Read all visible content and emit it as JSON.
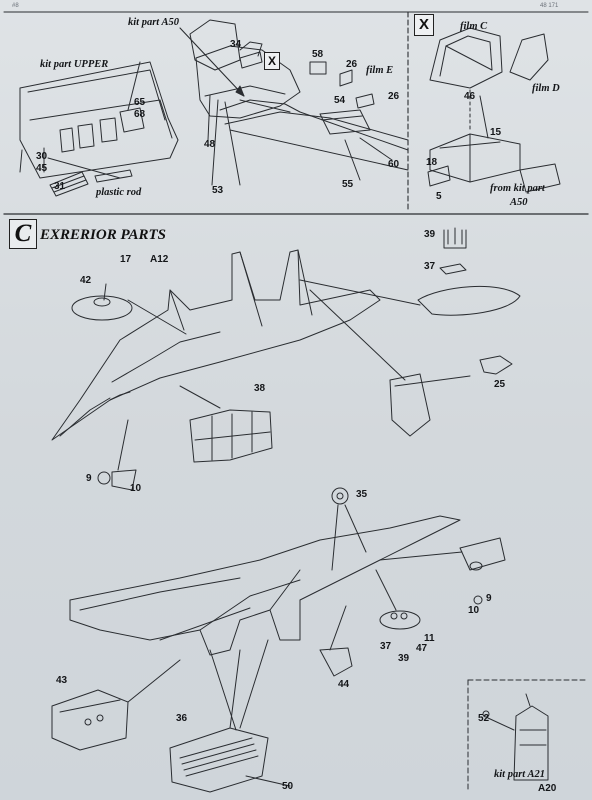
{
  "header": {
    "left_code": "#8",
    "right_code": "48 171"
  },
  "top_left": {
    "kit_part_a50": "kit part A50",
    "kit_part_upper": "kit part UPPER",
    "plastic_rod": "plastic rod",
    "nums": {
      "n34": "34",
      "n58": "58",
      "n26a": "26",
      "n65": "65",
      "n68": "68",
      "n30": "30",
      "n45": "45",
      "n31": "31",
      "n48": "48",
      "n53": "53",
      "n54": "54",
      "n26b": "26",
      "n60": "60",
      "n55": "55"
    },
    "film_e": "film E",
    "x_marker": "X"
  },
  "top_right": {
    "x_marker": "X",
    "film_c": "film C",
    "film_d": "film D",
    "from_kit_part": "from kit part",
    "a50": "A50",
    "nums": {
      "n46": "46",
      "n15": "15",
      "n18": "18",
      "n5": "5"
    }
  },
  "section_c": {
    "letter": "C",
    "title": "EXRERIOR PARTS",
    "nums": {
      "n39": "39",
      "n37a": "37",
      "n17": "17",
      "a12": "A12",
      "n42": "42",
      "n38": "38",
      "n25": "25",
      "n9a": "9",
      "n10a": "10",
      "n35": "35",
      "n9b": "9",
      "n10b": "10",
      "n37b": "37",
      "n39b": "39",
      "n11": "11",
      "n47": "47",
      "n44": "44",
      "n43": "43",
      "n36": "36",
      "n50": "50",
      "n52": "52"
    },
    "kit_part_a21": "kit part A21",
    "a20": "A20"
  }
}
